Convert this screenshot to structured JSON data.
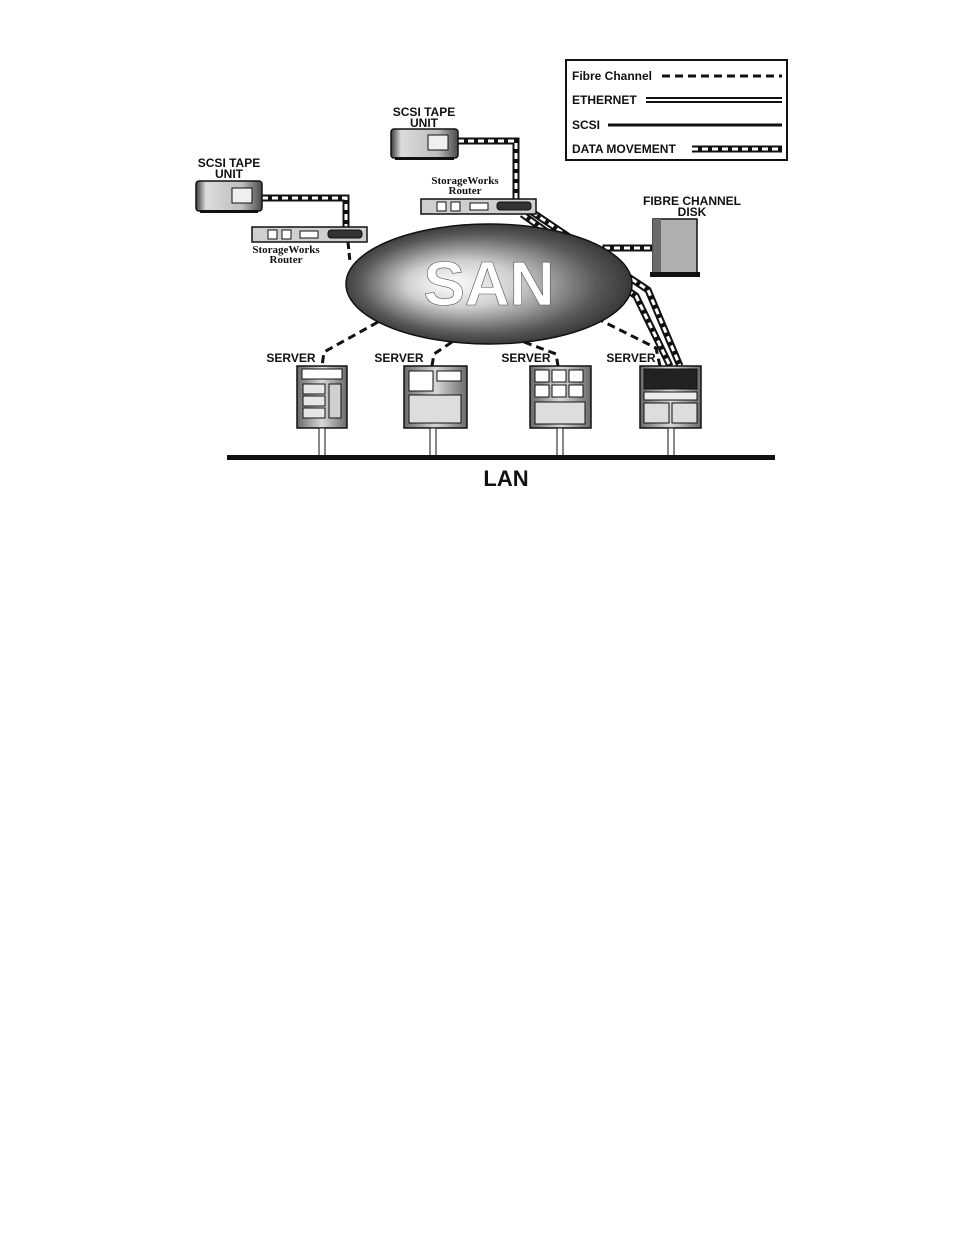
{
  "legend": {
    "items": [
      {
        "label": "Fibre Channel",
        "style": "dashed"
      },
      {
        "label": "ETHERNET",
        "style": "double"
      },
      {
        "label": "SCSI",
        "style": "solid"
      },
      {
        "label": "DATA MOVEMENT",
        "style": "data-movement"
      }
    ]
  },
  "tape_units": [
    {
      "line1": "SCSI TAPE",
      "line2": "UNIT"
    },
    {
      "line1": "SCSI TAPE",
      "line2": "UNIT"
    }
  ],
  "routers": [
    {
      "line1": "StorageWorks",
      "line2": "Router"
    },
    {
      "line1": "StorageWorks",
      "line2": "Router"
    }
  ],
  "disk": {
    "line1": "FIBRE CHANNEL",
    "line2": "DISK"
  },
  "san": {
    "label": "SAN"
  },
  "servers": [
    {
      "label": "SERVER"
    },
    {
      "label": "SERVER"
    },
    {
      "label": "SERVER"
    },
    {
      "label": "SERVER"
    }
  ],
  "lan": {
    "label": "LAN"
  },
  "colors": {
    "line": "#111111",
    "background": "#ffffff",
    "san_light": "#f2f2f2",
    "san_dark": "#2a2a2a",
    "device_gray": "#9a9a9a"
  }
}
